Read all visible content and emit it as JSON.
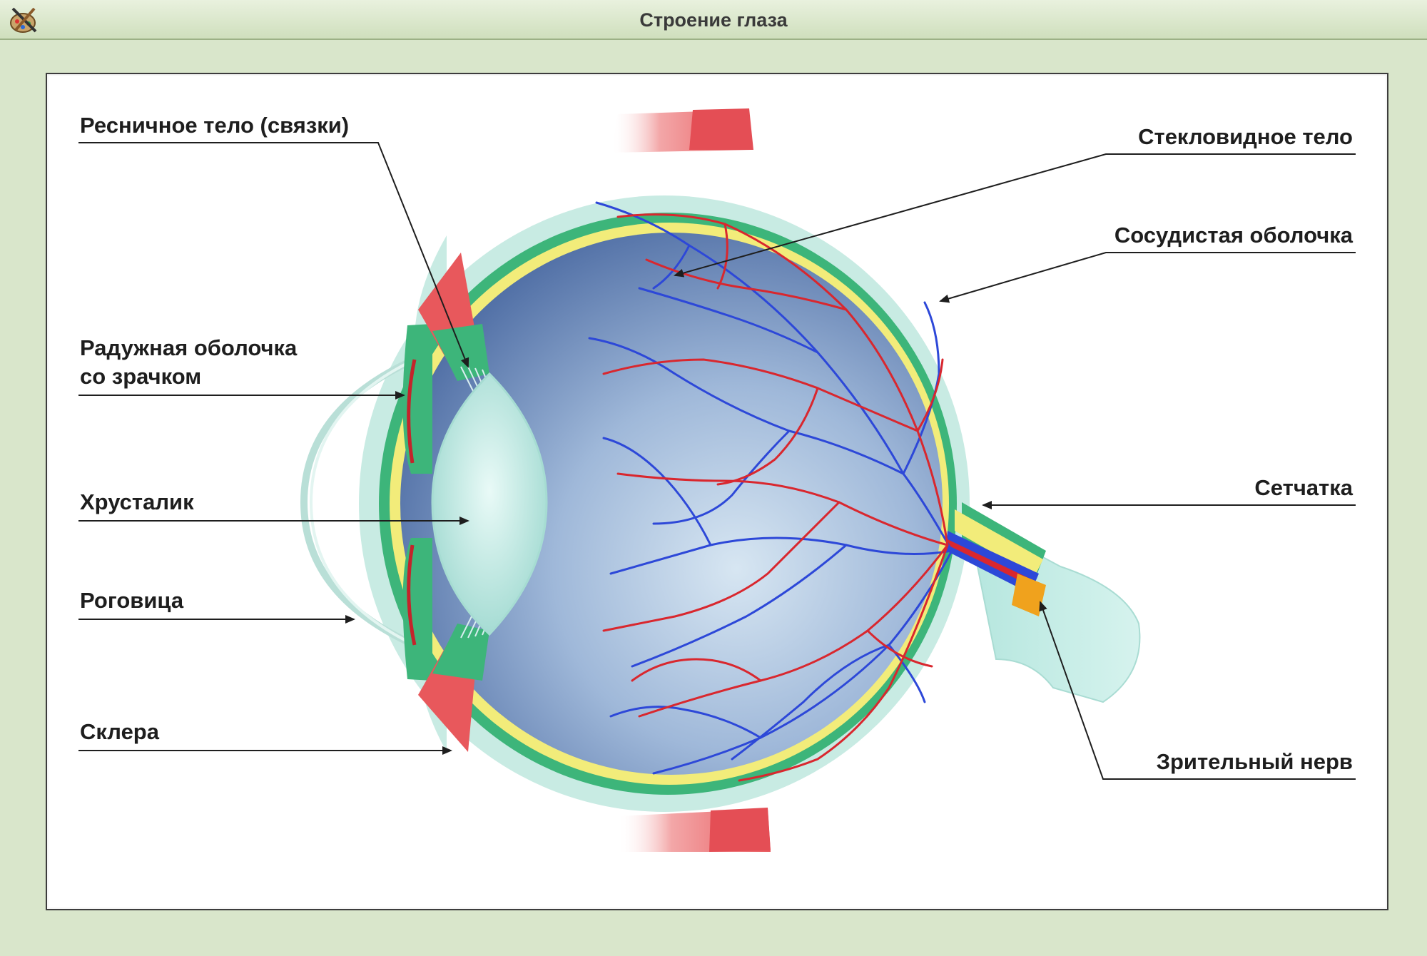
{
  "window": {
    "title": "Строение глаза"
  },
  "icons": {
    "app": "palette-brush-icon"
  },
  "colors": {
    "sclera": "#c8ebe3",
    "choroid": "#3db57a",
    "retina": "#f2ec7a",
    "vitreous": "#5d7fb3",
    "artery": "#d9272e",
    "vein": "#2d48d8",
    "muscle": "#e8585c"
  },
  "labels": {
    "ciliary": "Ресничное тело (связки)",
    "iris_line1": "Радужная оболочка",
    "iris_line2": "со зрачком",
    "lens": "Хрусталик",
    "cornea": "Роговица",
    "sclera": "Склера",
    "vitreous": "Стекловидное тело",
    "choroid": "Сосудистая оболочка",
    "retina": "Сетчатка",
    "optic_nerve": "Зрительный нерв"
  }
}
